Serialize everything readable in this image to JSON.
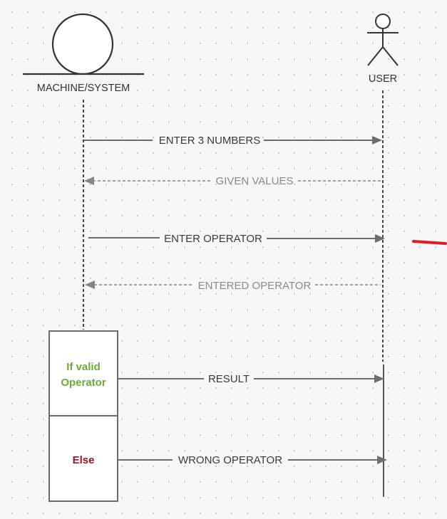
{
  "actors": {
    "machine": {
      "label": "MACHINE/SYSTEM"
    },
    "user": {
      "label": "USER"
    }
  },
  "messages": [
    {
      "label": "ENTER 3 NUMBERS",
      "direction": "to-user",
      "style": "solid"
    },
    {
      "label": "GIVEN VALUES",
      "direction": "to-machine",
      "style": "dashed"
    },
    {
      "label": "ENTER OPERATOR",
      "direction": "to-user",
      "style": "solid"
    },
    {
      "label": "ENTERED OPERATOR",
      "direction": "to-machine",
      "style": "dashed"
    },
    {
      "label": "RESULT",
      "direction": "to-user",
      "style": "solid"
    },
    {
      "label": "WRONG OPERATOR",
      "direction": "to-user",
      "style": "solid"
    }
  ],
  "fragment": {
    "condition_line1": "If valid",
    "condition_line2": "Operator",
    "else_label": "Else"
  },
  "colors": {
    "condition_text": "#6aaa3a",
    "else_text": "#a0141e",
    "annotation_mark": "#e01b24"
  }
}
